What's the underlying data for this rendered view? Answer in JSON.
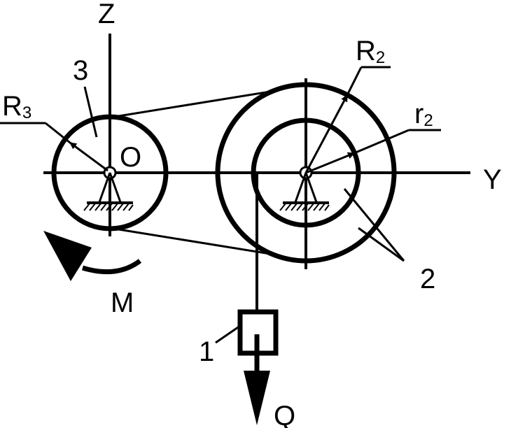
{
  "labels": {
    "z_axis": "Z",
    "y_axis": "Y",
    "origin": "O",
    "body_3": "3",
    "radius_3": {
      "main": "R",
      "sub": "3"
    },
    "radius_2_outer": {
      "main": "R",
      "sub": "2"
    },
    "radius_2_inner": {
      "main": "r",
      "sub": "2"
    },
    "body_2": "2",
    "moment": "M",
    "body_1": "1",
    "weight": "Q"
  },
  "colors": {
    "ink": "#000000",
    "background": "#ffffff"
  }
}
